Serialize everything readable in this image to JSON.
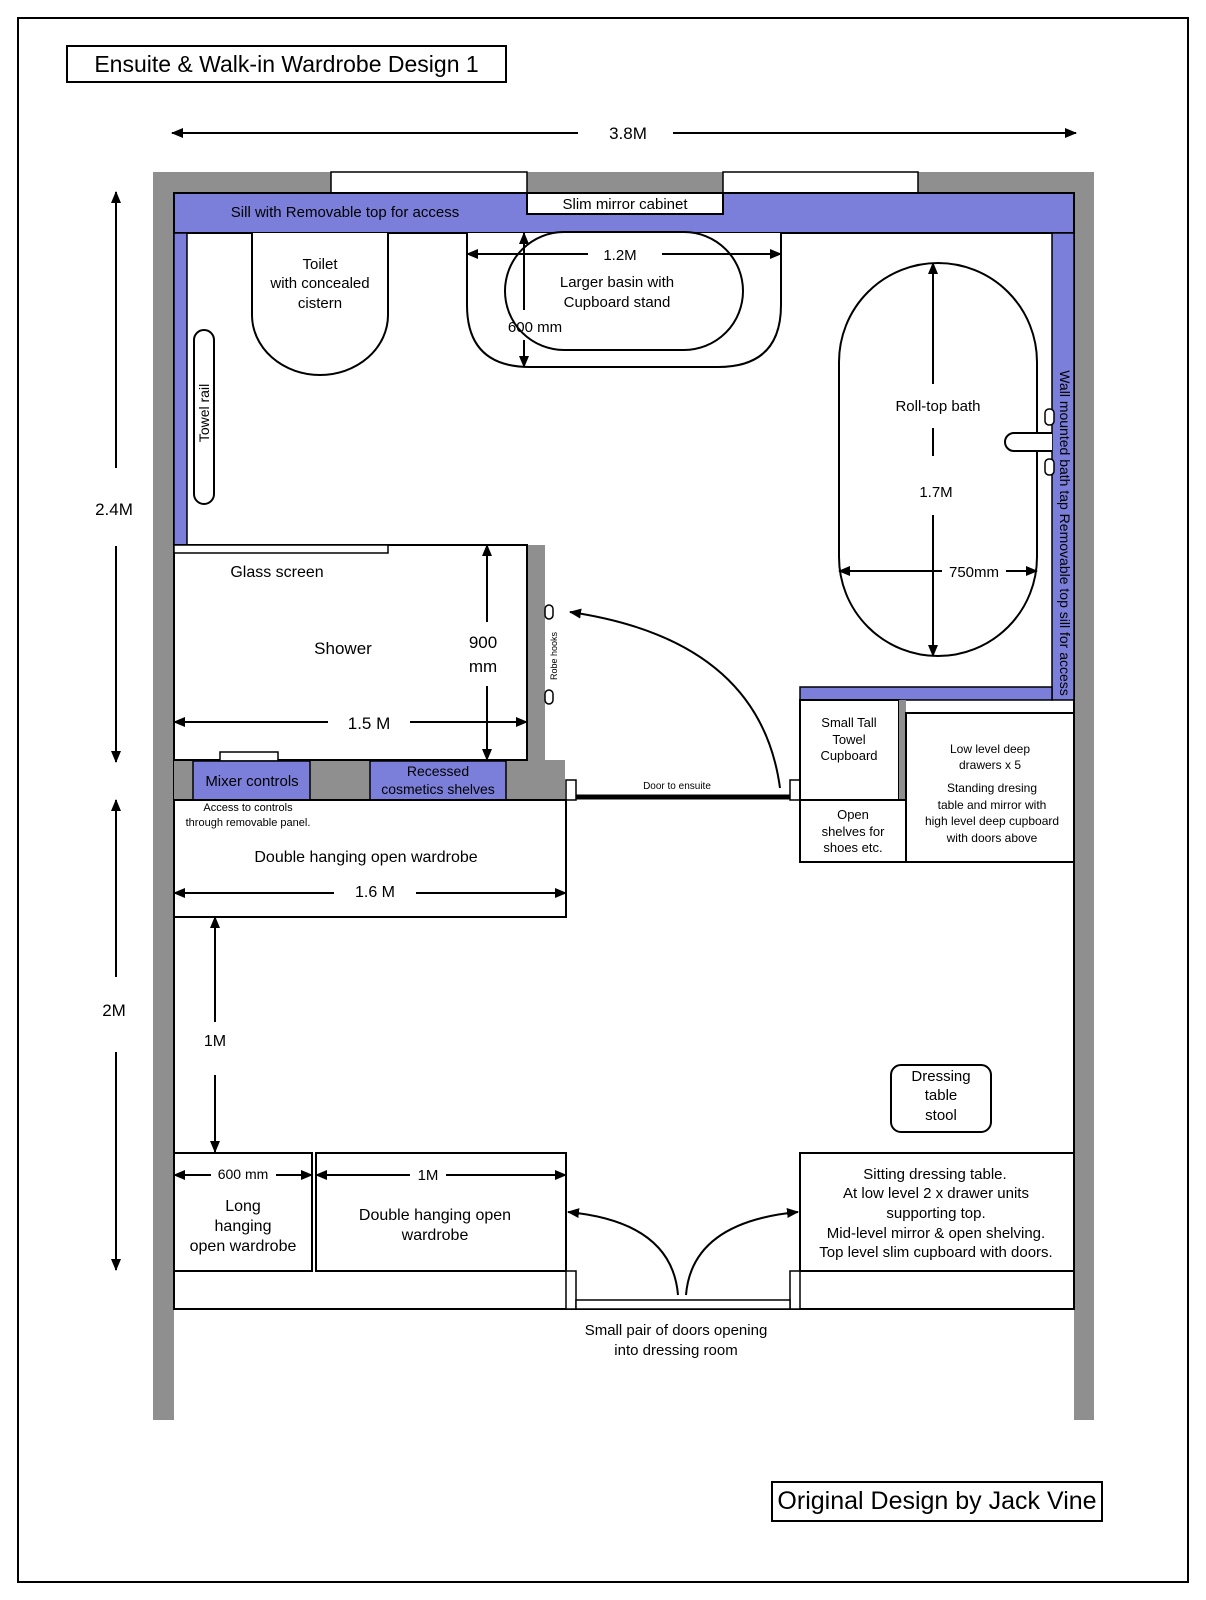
{
  "title": "Ensuite & Walk-in Wardrobe Design 1",
  "credit": "Original Design by Jack Vine",
  "colors": {
    "wall": "#8f8f8f",
    "sill": "#7b7fd9",
    "line": "#000000",
    "fill": "#ffffff"
  },
  "dimensions": {
    "width_total": "3.8M",
    "height_ensuite": "2.4M",
    "height_wardrobe": "2M",
    "basin_width": "1.2M",
    "basin_depth": "600 mm",
    "bath_length": "1.7M",
    "bath_width": "750mm",
    "shower_depth_1": "900",
    "shower_depth_2": "mm",
    "shower_width": "1.5 M",
    "wardrobe_width": "1.6 M",
    "clearance": "1M",
    "long_hanging_width": "600 mm",
    "double_hanging_width": "1M"
  },
  "labels": {
    "sill": "Sill with Removable top for access",
    "mirror_cabinet": "Slim mirror cabinet",
    "toilet": [
      "Toilet",
      "with concealed",
      "cistern"
    ],
    "basin": [
      "Larger basin with",
      "Cupboard stand"
    ],
    "towel_rail": "Towel rail",
    "bath": "Roll-top bath",
    "right_sill": "Wall mounted bath tap Removable top sill for access",
    "glass_screen": "Glass screen",
    "shower": "Shower",
    "robe_hooks": "Robe hooks",
    "mixer": "Mixer controls",
    "cosmetics": [
      "Recessed",
      "cosmetics shelves"
    ],
    "access_note": [
      "Access to controls",
      "through removable panel."
    ],
    "door_ensuite": "Door to ensuite",
    "towel_cupboard": [
      "Small Tall",
      "Towel",
      "Cupboard"
    ],
    "drawers": [
      "Low level deep",
      "drawers x 5",
      "Standing dresing",
      "table and mirror with",
      "high level deep cupboard",
      "with doors above"
    ],
    "open_shelves": [
      "Open",
      "shelves for",
      "shoes etc."
    ],
    "double_wardrobe_top": "Double hanging open wardrobe",
    "stool": [
      "Dressing",
      "table",
      "stool"
    ],
    "long_hanging": [
      "Long",
      "hanging",
      "open wardrobe"
    ],
    "double_wardrobe_bottom": [
      "Double hanging open",
      "wardrobe"
    ],
    "sitting_table": [
      "Sitting dressing table.",
      "At low level  2 x drawer units",
      "supporting top.",
      "Mid-level mirror & open shelving.",
      "Top level slim cupboard with doors."
    ],
    "doors_note": [
      "Small pair of doors opening",
      "into dressing room"
    ]
  }
}
